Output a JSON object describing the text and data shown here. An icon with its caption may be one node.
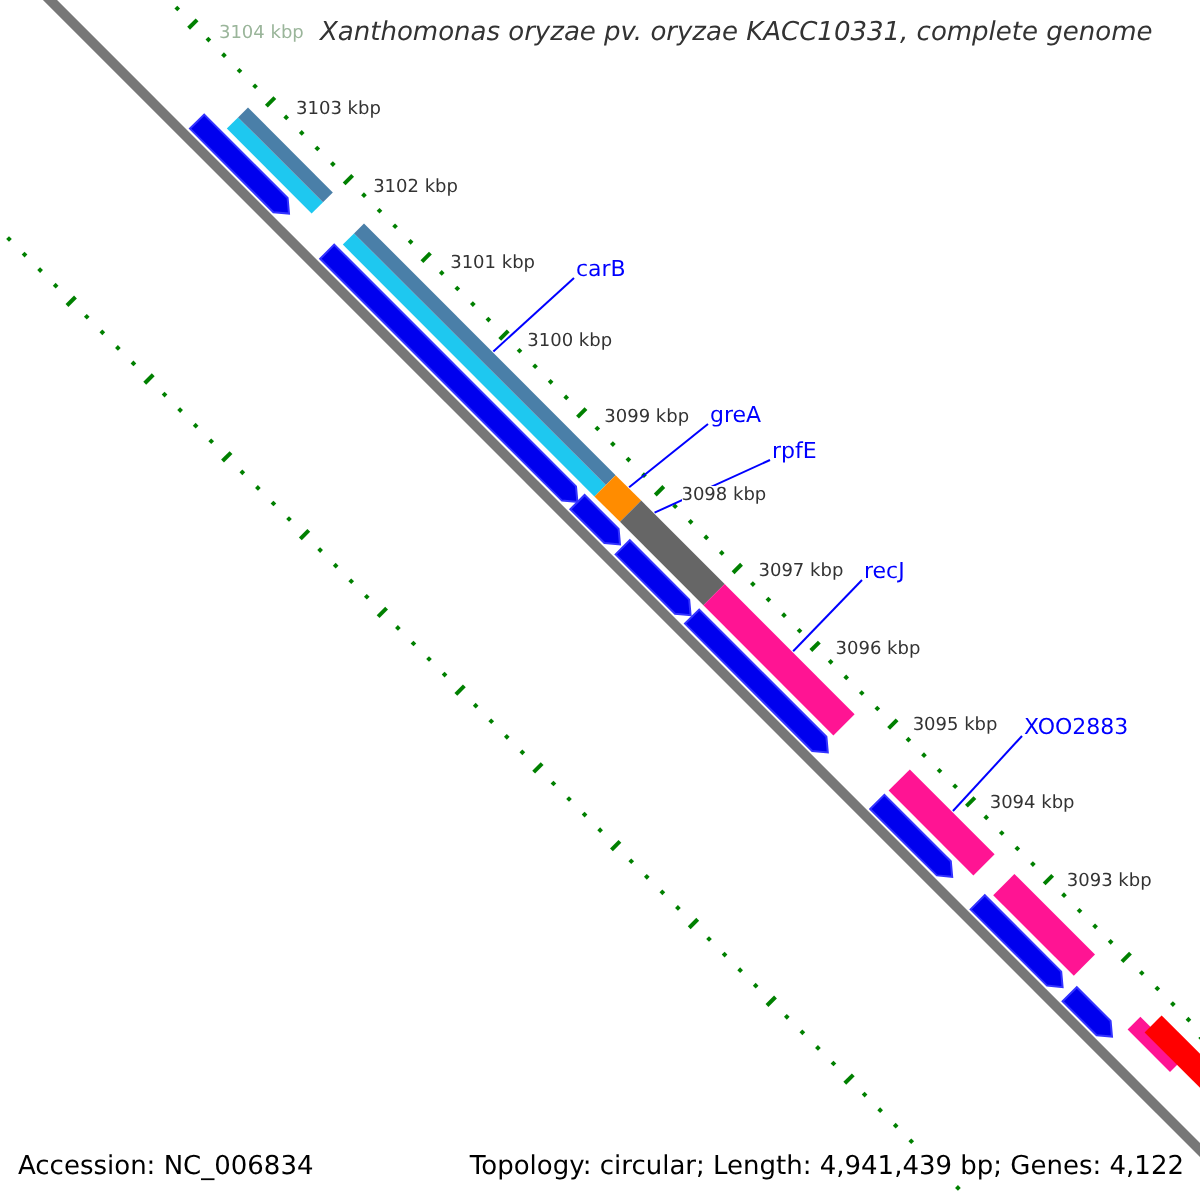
{
  "diagram": {
    "title": "Xanthomonas oryzae pv. oryzae KACC10331, complete genome",
    "nodes": [
      {
        "text": [
          "carB"
        ]
      },
      {
        "text": [
          "greA"
        ]
      },
      {
        "text": [
          "rpfE"
        ]
      },
      {
        "text": [
          "recJ"
        ]
      },
      {
        "text": [
          "XOO2883"
        ]
      },
      {
        "text": [],
        "shape": "bar"
      },
      {
        "text": [],
        "shape": "bar"
      },
      {
        "text": [],
        "shape": "bar"
      },
      {
        "text": [],
        "shape": "bar"
      },
      {
        "text": [],
        "shape": "bar"
      },
      {
        "text": [],
        "shape": "bar"
      },
      {
        "text": [],
        "shape": "arrow"
      },
      {
        "text": [],
        "shape": "arrow"
      },
      {
        "text": [],
        "shape": "arrow"
      },
      {
        "text": [],
        "shape": "arrow"
      },
      {
        "text": [],
        "shape": "arrow"
      },
      {
        "text": [],
        "shape": "arrow"
      },
      {
        "text": [],
        "shape": "arrow"
      },
      {
        "text": [],
        "shape": "arrow"
      }
    ],
    "edges": [
      {
        "from": 0,
        "to": 5,
        "arrow": "none"
      },
      {
        "from": 1,
        "to": 6,
        "arrow": "none"
      },
      {
        "from": 2,
        "to": 7,
        "arrow": "none"
      },
      {
        "from": 3,
        "to": 8,
        "arrow": "none"
      },
      {
        "from": 4,
        "to": 9,
        "arrow": "none"
      }
    ],
    "labels": [
      "3104 kbp",
      "3103 kbp",
      "3102 kbp",
      "3101 kbp",
      "3100 kbp",
      "3099 kbp",
      "3098 kbp",
      "3097 kbp",
      "3096 kbp",
      "3095 kbp",
      "3094 kbp",
      "3093 kbp",
      "Accession: NC_006834",
      "Topology: circular; Length: 4,941,439 bp; Genes: 4,122"
    ]
  }
}
